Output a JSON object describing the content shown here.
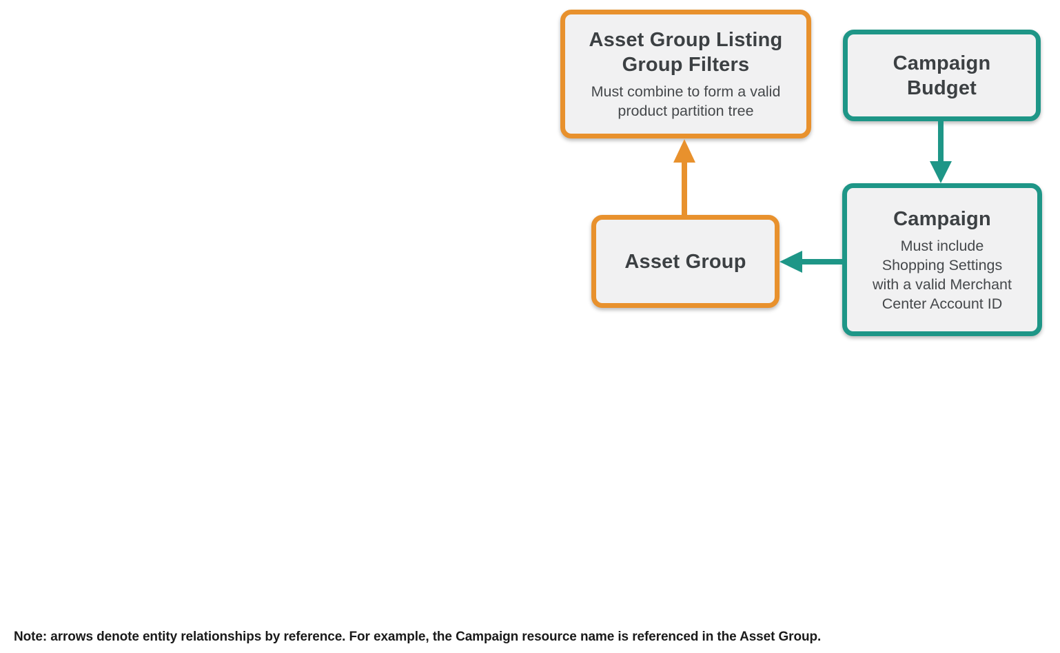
{
  "colors": {
    "orange": "#E8912D",
    "teal": "#1E9687",
    "box_bg": "#F1F1F2",
    "title_text": "#3C4043",
    "body_text": "#45484B",
    "note_text": "#1A1A1A",
    "page_bg": "#FFFFFF"
  },
  "diagram": {
    "nodes": {
      "asset_group_listing_group_filters": {
        "title": "Asset Group Listing Group Filters",
        "subtitle": "Must combine to form a valid product partition tree",
        "accent_color": "#E8912D"
      },
      "campaign_budget": {
        "title": "Campaign Budget",
        "accent_color": "#1E9687"
      },
      "campaign": {
        "title": "Campaign",
        "subtitle": "Must include Shopping Settings with a valid Merchant Center Account ID",
        "accent_color": "#1E9687"
      },
      "asset_group": {
        "title": "Asset Group",
        "accent_color": "#E8912D"
      }
    },
    "edges": [
      {
        "from": "asset_group",
        "to": "asset_group_listing_group_filters",
        "direction": "up",
        "color": "#E8912D"
      },
      {
        "from": "campaign_budget",
        "to": "campaign",
        "direction": "down",
        "color": "#1E9687"
      },
      {
        "from": "campaign",
        "to": "asset_group",
        "direction": "left",
        "color": "#1E9687"
      }
    ]
  },
  "note": "Note: arrows denote entity relationships by reference. For example, the Campaign resource name is referenced in the Asset Group."
}
